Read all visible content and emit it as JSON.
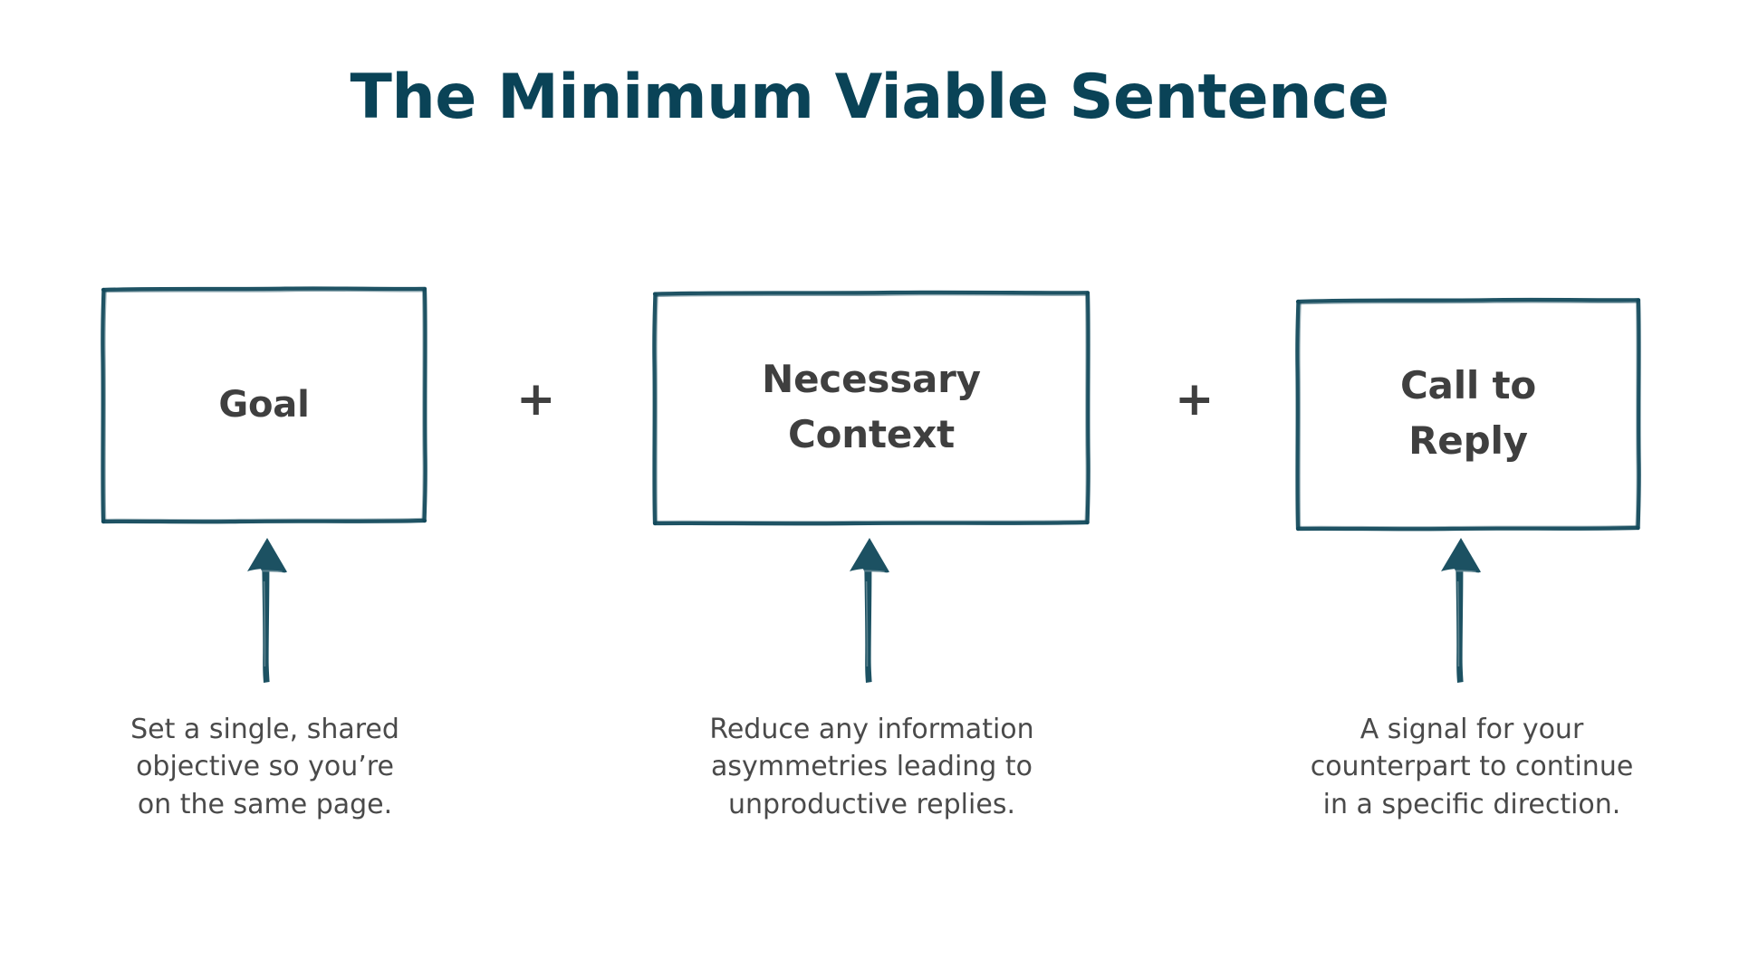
{
  "slide": {
    "title": "The Minimum Viable Sentence",
    "background_color": "#ffffff",
    "accent_color": "#134a5c",
    "title_color": "#0a4357",
    "text_color": "#3f3f3f",
    "caption_color": "#4a4a4a"
  },
  "operators": {
    "plus_1": "+",
    "plus_2": "+"
  },
  "columns": [
    {
      "box_label": "Goal",
      "caption": "Set a single, shared\nobjective so you’re\non the same page.",
      "arrow": "up-arrow-icon"
    },
    {
      "box_label": "Necessary\nContext",
      "caption": "Reduce any information\nasymmetries leading to\nunproductive replies.",
      "arrow": "up-arrow-icon"
    },
    {
      "box_label": "Call to\nReply",
      "caption": "A signal for your\ncounterpart to continue\nin a specific direction.",
      "arrow": "up-arrow-icon"
    }
  ]
}
